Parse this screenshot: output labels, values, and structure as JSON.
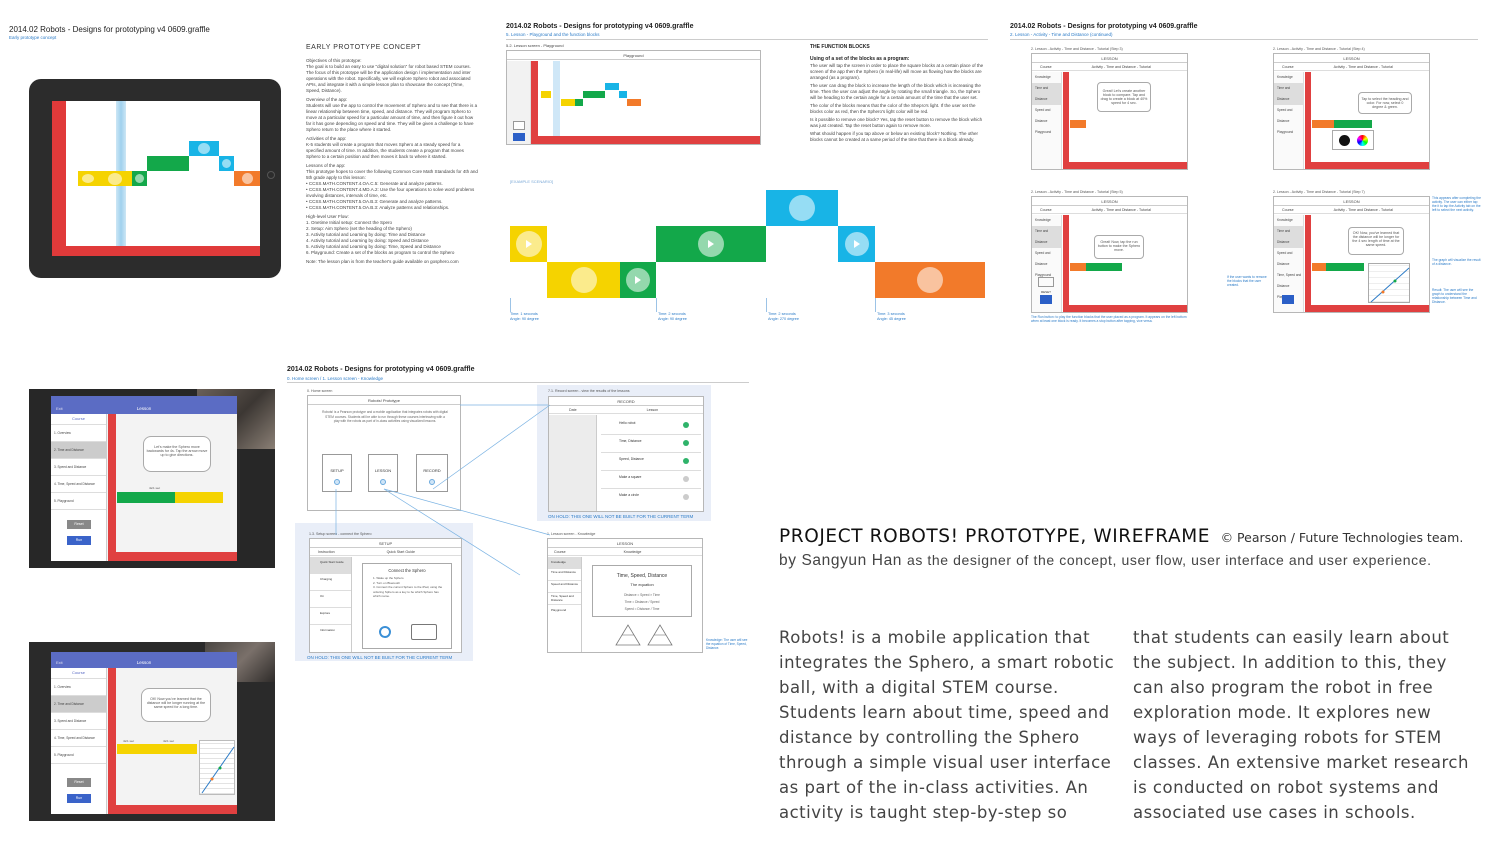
{
  "sheet1": {
    "title": "2014.02 Robots - Designs for prototyping v4 0609.graffle",
    "subtitle": "Early prototype concept",
    "heading": "EARLY PROTOTYPE CONCEPT",
    "paragraphs": [
      "Objectives of this prototype:",
      "The goal is to build an easy to use \"digital solution\" for robot based STEM courses. The focus of this prototype will be the application design / implementation and inter operations with the robot. Specifically, we will explore Sphero robot and associated APIs, and integrate it with a simple lesson plan to showcase the concept (Time, Speed, Distance).",
      "Overview of the app:",
      "Students will use the app to control the movement of Sphero and to see that there is a linear relationship between time, speed, and distance. They will program Sphero to move at a particular speed for a particular amount of time, and then figure it out how far it has gone depending on speed and time. They will be given a challenge to have Sphero return to the place where it started.",
      "Activities of the app:",
      "K-5 students will create a program that moves Sphero at a steady speed for a specified amount of time. In addition, the students create a program that moves Sphero to a certain position and then moves it back to where it started.",
      "Lessons of the app:",
      "This prototype hopes to cover the following Common Core Math Standards for 4th and 5th grade apply to this lesson:",
      "• CCSS.MATH.CONTENT.4.OA.C.5: Generate and analyze patterns.",
      "• CCSS.MATH.CONTENT.4.MD.A.2: Use the four operations to solve word problems involving distances, intervals of time, etc.",
      "• CCSS.MATH.CONTENT.5.OA.B.3: Generate and analyze patterns.",
      "• CCSS.MATH.CONTENT.5.OA.B.3: Analyze patterns and relationships.",
      "High-level User Flow:",
      "1. Onetime Initial setup: Connect the Spero",
      "2. Setup: Aim Sphero (set the heading of the Sphero)",
      "3. Activity tutorial and Learning by doing: Time and Distance",
      "4. Activity tutorial and Learning by doing: Speed and Distance",
      "5. Activity tutorial and Learning by doing: Time, Speed and Distance",
      "6. Playground: Create a set of the blocks as program to control the Sphero",
      "Note: The lesson plan is from the teacher's guide available on gosphero.com"
    ]
  },
  "sheet2": {
    "title": "2014.02 Robots - Designs for prototyping v4 0609.graffle",
    "subtitle": "5. Lesson - Playground and the function blocks",
    "screen_caption": "5.2. Lesson screen - Playground",
    "screen_title": "Playground",
    "heading": "THE FUNCTION BLOCKS",
    "subheading": "Using of a set of the blocks as a program:",
    "paragraphs": [
      "The user will tap the screen in order to place the square blocks at a certain place of the screen of the app then the Sphero (in real-life) will move as flowing how the blocks are arranged (as a program).",
      "The user can drag the block to increase the length of the block which is increasing the time. Then the user can adjust the angle by rotating the small triangle. So, the Sphero will be heading to the certain angle for a certain amount of the time that the user set.",
      "The color of the blocks means that the color of the Shepro's light. If the user set the blocks color as red, then the Sphero's light color will be red.",
      "Is it possible to remove one block? Yes, tap the reset button to remove the block which was just created. Tap the reset button again to remove more.",
      "What should happen if you tap above or below an existing block? Nothing. The other blocks cannot be created at a same period of the time that there is a block already."
    ],
    "example_label": "[EXAMPLE SCENARIO]",
    "annotations": [
      {
        "time": "Time: 1 seconds",
        "angle": "Angle: 90 degree"
      },
      {
        "time": "Time: 2 seconds",
        "angle": "Angle: 90 degree"
      },
      {
        "time": "Time: 2 seconds",
        "angle": "Angle: 270 degree"
      },
      {
        "time": "Time: 3 seconds",
        "angle": "Angle: 45 degree"
      }
    ]
  },
  "sheet3": {
    "title": "2014.02 Robots - Designs for prototyping v4 0609.graffle",
    "subtitle": "2. Lesson - Activity - Time and Distance (continued)",
    "screens": [
      {
        "caption": "2. Lesson - Activity - Time and Distance - Tutorial (Step 3)",
        "bubble": "Great! Let's create another block to compare. Tap and drag to create a block at 40% speed for 4 sec."
      },
      {
        "caption": "2. Lesson - Activity - Time and Distance - Tutorial (Step 4)",
        "bubble": "Tap to select the heading and color. For now, select 0 degree & green."
      },
      {
        "caption": "2. Lesson - Activity - Time and Distance - Tutorial (Step 5)",
        "bubble": "Great! Now, tap the run button to make the Sphero move."
      },
      {
        "caption": "2. Lesson - Activity - Time and Distance - Tutorial (Step 7)",
        "bubble": "OK! Now, you've learned that the distance will be longer for the 4 sec length of time at the same speed."
      }
    ],
    "header": "LESSON",
    "course": "Course",
    "activity": "Activity - Time and Distance - Tutorial",
    "menu": [
      "Knowledge",
      "Time and Distance",
      "Speed and Distance",
      "Time, Speed and Distance",
      "Playground"
    ],
    "reset": "RESET",
    "run": "Run",
    "note_bottom": "The Run button: to play the function blocks that the user placed as a program. It appears on the left bottom when at least one block is ready. It becomes a stop button after tapping, vice versa.",
    "note_right1": "This appears after completing the activity. The user can either tap the it to tap the Activity tab on the left to select the next activity.",
    "note_right2": "The graph will visualize the result of a distance.",
    "note_right3": "Result: The user will see the graph to understand the relationship between Time and Distance.",
    "note_left": "If the user wants to remove the blocks that the user created."
  },
  "photos": {
    "back": "Exit",
    "header": "Lesson",
    "course": "Course",
    "menu": [
      "1. Overview",
      "2. Time and Distance",
      "3. Speed and Distance",
      "4. Time, Speed and Distance",
      "5. Playground"
    ],
    "reset": "Reset",
    "run": "Run",
    "bubble1": "Let's make the Sphero move backwards for 4s. Tap the arrow move up to give directions.",
    "bubble2": "OK! Now you've learned that the distance will be longer running at the same speed for a long time.",
    "block_label_a": "4s/1 sec",
    "block_label_b": "4s/1 sec"
  },
  "sheet4": {
    "title": "2014.02 Robots - Designs for prototyping v4 0609.graffle",
    "subtitle": "0. Home screen / 1. Lesson screen - Knowledge",
    "home_caption": "0. Home screen",
    "home_title": "Robots! Prototype",
    "home_text": "Robots! is a Pearson prototype and a mobile application that integrates robots with digital STEM courses. Students will be able to run through these courses interleaving with a play with the robots as part of in-class activities using visualized lessons.",
    "home_buttons": [
      "SETUP",
      "LESSON",
      "RECORD"
    ],
    "record_caption": "7.1. Record screen - view the results of the lessons",
    "record_title": "RECORD",
    "record_cols": [
      "Date",
      "Lesson"
    ],
    "record_rows": [
      "Hello robot",
      "Time, Distance",
      "Speed, Distance",
      "Make a square",
      "Make a circle"
    ],
    "record_note": "ON HOLD: THIS ONE WILL NOT BE BUILT FOR THE CURRENT TERM",
    "setup_caption": "1.3. Setup screen - connect the Sphero",
    "setup_title": "SETUP",
    "setup_cols": [
      "Instruction",
      "Quick Start Guide"
    ],
    "setup_rows": [
      "Quick Start Guide",
      "Charging",
      "On",
      "Explore",
      "Information"
    ],
    "setup_box_title": "Connect the Sphero",
    "setup_steps": [
      "1. Wake up the Sphero",
      "2. Turn on Bluetooth",
      "3. Connect the current Sphero to the iPad, using the ordering Sphero as a key to be which Sphero has which name."
    ],
    "setup_note": "ON HOLD: THIS ONE WILL NOT BE BUILT FOR THE CURRENT TERM",
    "lesson_caption": "1. Lesson screen - Knowledge",
    "lesson_title": "LESSON",
    "lesson_cols": [
      "Course",
      "Knowledge"
    ],
    "lesson_menu": [
      "Knowledge",
      "Time and Distance",
      "Speed and Distance",
      "Time, Speed and Distance",
      "Playground"
    ],
    "lesson_box_title": "Time, Speed, Distance",
    "lesson_box_sub": "The equation",
    "lesson_equations": [
      "Distance = Speed × Time",
      "Time = Distance / Speed",
      "Speed = Distance / Time"
    ],
    "lesson_note": "Knowledge: The user will see the equation of Time, Speed, Distance."
  },
  "project": {
    "title": "PROJECT ROBOTS! PROTOTYPE, WIREFRAME",
    "credit": "© Pearson / Future Technologies team.",
    "byline_a": "by Sangyun Han",
    "byline_b": "as the designer of the concept, user flow, user interface and user experience.",
    "col1": [
      "Robots! is a mobile application that",
      "integrates the Sphero, a smart robotic",
      "ball, with a digital STEM course.",
      "Students learn about time, speed and",
      "distance by controlling the Sphero",
      "through a simple visual user interface",
      "as part of the in-class activities. An",
      "activity is taught step-by-step so"
    ],
    "col2": [
      "that students can easily learn about",
      "the subject. In addition to this, they",
      "can also program the robot in free",
      "exploration mode. It explores new",
      "ways of leveraging robots for STEM",
      "classes. An extensive market research",
      "is conducted on robot systems and",
      "associated use cases in schools."
    ]
  },
  "colors": {
    "red": "#e03a3a",
    "yellow": "#f5d300",
    "green": "#13a84a",
    "cyan": "#18b4e6",
    "orange": "#f27a2a",
    "purple_bar": "#5b6cc4",
    "note_blue": "#2b7bc7"
  }
}
